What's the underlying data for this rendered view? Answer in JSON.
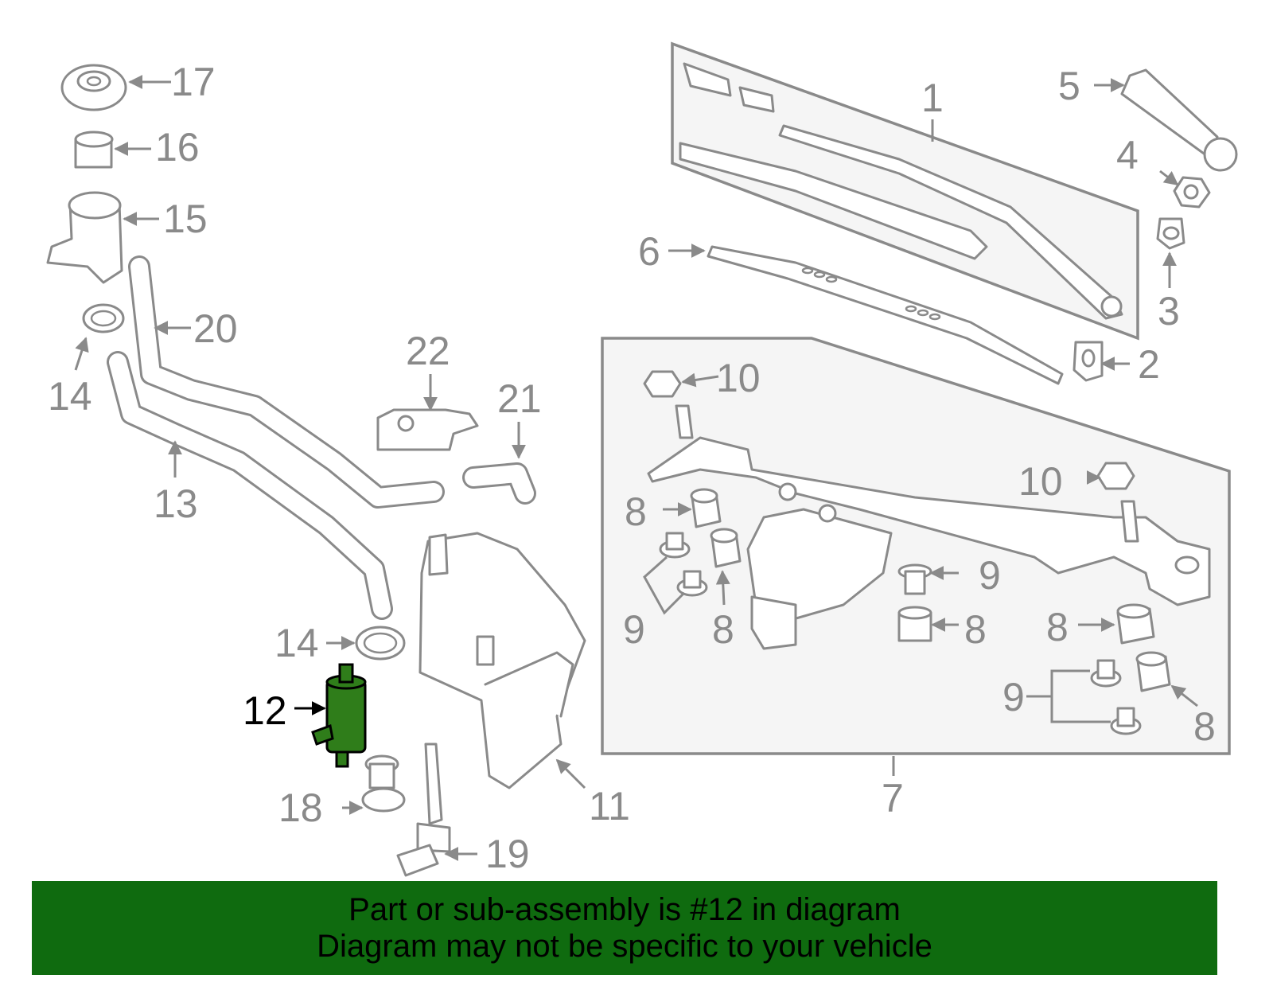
{
  "colors": {
    "part_outline": "#8a8a8a",
    "highlight_part": "#2f7d1a",
    "banner_background": "#0f6b0f",
    "banner_text": "#000000"
  },
  "callouts": {
    "c1": "1",
    "c2": "2",
    "c3": "3",
    "c4": "4",
    "c5": "5",
    "c6": "6",
    "c7": "7",
    "c8": "8",
    "c9": "9",
    "c10": "10",
    "c11": "11",
    "c12": "12",
    "c13": "13",
    "c14": "14",
    "c15": "15",
    "c16": "16",
    "c17": "17",
    "c18": "18",
    "c19": "19",
    "c20": "20",
    "c21": "21",
    "c22": "22"
  },
  "banner": {
    "line1": "Part or sub-assembly is #12 in diagram",
    "line2": "Diagram may not be specific to your vehicle"
  }
}
